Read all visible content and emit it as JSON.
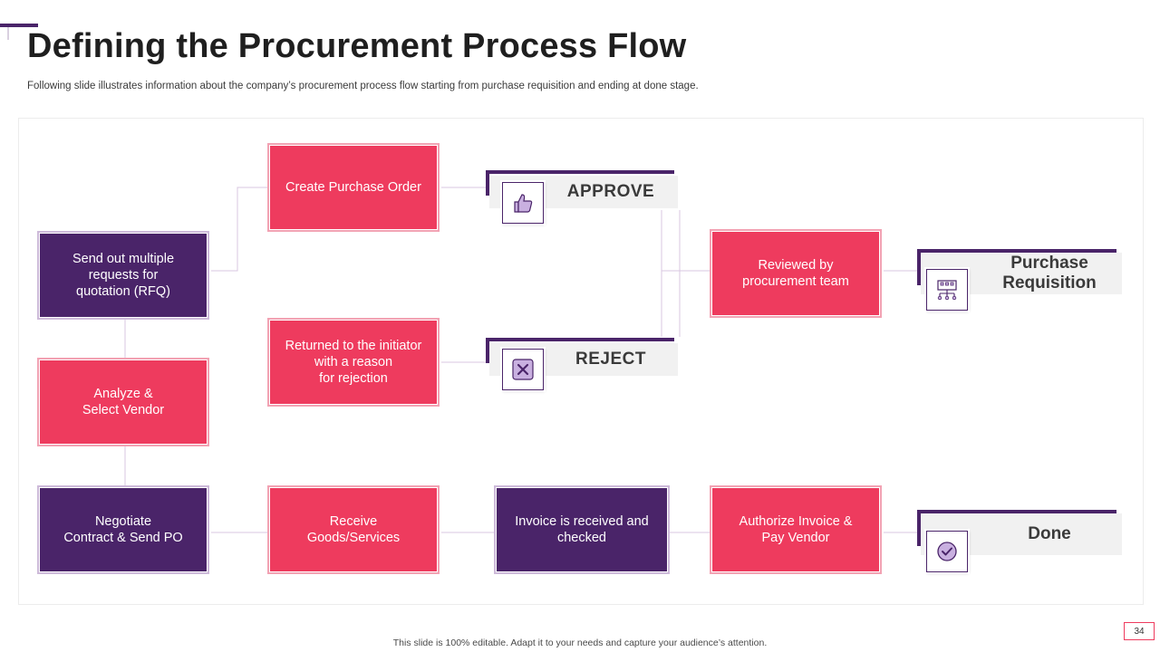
{
  "slide": {
    "title": "Defining the Procurement Process Flow",
    "subtitle": "Following slide illustrates information about the company’s procurement process flow starting from purchase requisition and ending at done stage.",
    "footer": "This slide is 100% editable. Adapt it to your needs and capture your audience’s attention.",
    "page_number": "34"
  },
  "colors": {
    "pink": "#ee3b5e",
    "purple": "#4a2469",
    "label_bg": "#f1f1f1",
    "connector": "#d8c7e0"
  },
  "stages": {
    "purchase_requisition": {
      "label": "Purchase\nRequisition",
      "icon": "building-network-icon"
    },
    "done": {
      "label": "Done",
      "icon": "check-circle-icon"
    }
  },
  "decisions": {
    "approve": {
      "label": "APPROVE",
      "icon": "thumbs-up-icon"
    },
    "reject": {
      "label": "REJECT",
      "icon": "x-mark-icon"
    }
  },
  "steps": {
    "reviewed": "Reviewed by\nprocurement team",
    "create_po": "Create Purchase Order",
    "returned": "Returned to the initiator\nwith a reason\nfor rejection",
    "send_rfq": "Send out multiple\nrequests for\nquotation (RFQ)",
    "analyze": "Analyze &\nSelect Vendor",
    "negotiate": "Negotiate\nContract & Send PO",
    "receive": "Receive\nGoods/Services",
    "invoice": "Invoice is received and\nchecked",
    "authorize": "Authorize Invoice &\nPay Vendor"
  }
}
